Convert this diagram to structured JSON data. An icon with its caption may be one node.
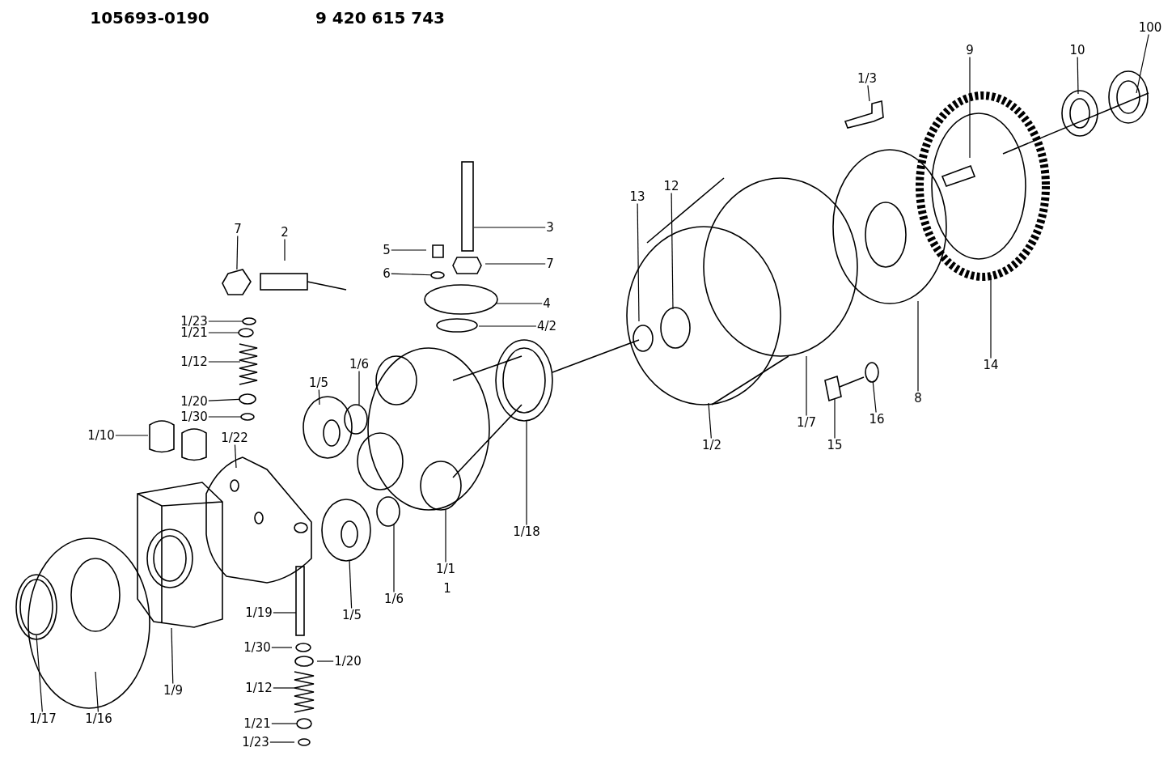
{
  "diagram": {
    "nodes": [
      {
        "text": [
          "100"
        ]
      },
      {
        "text": [
          "10"
        ]
      },
      {
        "text": [
          "9"
        ]
      },
      {
        "text": [
          "1/3"
        ]
      },
      {
        "text": [
          "3"
        ]
      },
      {
        "text": [
          "7"
        ]
      },
      {
        "text": [
          "2"
        ]
      },
      {
        "text": [
          "5"
        ]
      },
      {
        "text": [
          "7"
        ]
      },
      {
        "text": [
          "6"
        ]
      },
      {
        "text": [
          "4"
        ]
      },
      {
        "text": [
          "4/2"
        ]
      },
      {
        "text": [
          "13"
        ]
      },
      {
        "text": [
          "12"
        ]
      },
      {
        "text": [
          "1/23"
        ]
      },
      {
        "text": [
          "1/21"
        ]
      },
      {
        "text": [
          "1/12"
        ]
      },
      {
        "text": [
          "1/6"
        ]
      },
      {
        "text": [
          "1/5"
        ]
      },
      {
        "text": [
          "1/20"
        ]
      },
      {
        "text": [
          "1/30"
        ]
      },
      {
        "text": [
          "1/10"
        ]
      },
      {
        "text": [
          "1/22"
        ]
      },
      {
        "text": [
          "14"
        ]
      },
      {
        "text": [
          "8"
        ]
      },
      {
        "text": [
          "1/7"
        ]
      },
      {
        "text": [
          "16"
        ]
      },
      {
        "text": [
          "1/2"
        ]
      },
      {
        "text": [
          "15"
        ]
      },
      {
        "text": [
          "1/18"
        ]
      },
      {
        "text": [
          "1/1"
        ]
      },
      {
        "text": [
          "1/6"
        ]
      },
      {
        "text": [
          "1/19"
        ]
      },
      {
        "text": [
          "1/5"
        ]
      },
      {
        "text": [
          "1/30"
        ]
      },
      {
        "text": [
          "1/20"
        ]
      },
      {
        "text": [
          "1/12"
        ]
      },
      {
        "text": [
          "1/9"
        ]
      },
      {
        "text": [
          "1/21"
        ]
      },
      {
        "text": [
          "1/17"
        ]
      },
      {
        "text": [
          "1/16"
        ]
      },
      {
        "text": [
          "1/23"
        ]
      },
      {
        "text": [],
        "shape": "picture"
      },
      {
        "text": [],
        "shape": "circle"
      },
      {
        "text": [],
        "shape": "circle"
      },
      {
        "text": [],
        "shape": "circle"
      },
      {
        "text": [],
        "shape": "circle"
      },
      {
        "text": [],
        "shape": "circle"
      },
      {
        "text": [],
        "shape": "circle"
      },
      {
        "text": [],
        "shape": "circle"
      }
    ],
    "edges": [
      {
        "from": 0,
        "to": null,
        "arrow": "none"
      },
      {
        "from": 1,
        "to": null,
        "arrow": "none"
      },
      {
        "from": 2,
        "to": null,
        "arrow": "none"
      },
      {
        "from": 3,
        "to": null,
        "arrow": "none"
      },
      {
        "from": 4,
        "to": null,
        "arrow": "none"
      },
      {
        "from": 5,
        "to": 42,
        "arrow": "none"
      },
      {
        "from": 6,
        "to": null,
        "arrow": "none"
      },
      {
        "from": 7,
        "to": null,
        "arrow": "none"
      },
      {
        "from": 8,
        "to": null,
        "arrow": "none"
      },
      {
        "from": 9,
        "to": 43,
        "arrow": "none"
      },
      {
        "from": 10,
        "to": null,
        "arrow": "none"
      },
      {
        "from": 11,
        "to": null,
        "arrow": "none"
      },
      {
        "from": 12,
        "to": null,
        "arrow": "none"
      },
      {
        "from": 13,
        "to": null,
        "arrow": "none"
      },
      {
        "from": 14,
        "to": 44,
        "arrow": "none"
      },
      {
        "from": 15,
        "to": 45,
        "arrow": "none"
      },
      {
        "from": 16,
        "to": null,
        "arrow": "none"
      },
      {
        "from": 17,
        "to": null,
        "arrow": "none"
      },
      {
        "from": 18,
        "to": null,
        "arrow": "none"
      },
      {
        "from": 19,
        "to": 46,
        "arrow": "none"
      },
      {
        "from": 20,
        "to": 47,
        "arrow": "none"
      },
      {
        "from": 21,
        "to": null,
        "arrow": "none"
      },
      {
        "from": 22,
        "to": null,
        "arrow": "none"
      },
      {
        "from": 23,
        "to": null,
        "arrow": "none"
      },
      {
        "from": 24,
        "to": null,
        "arrow": "none"
      },
      {
        "from": 25,
        "to": null,
        "arrow": "none"
      },
      {
        "from": 26,
        "to": 48,
        "arrow": "none"
      },
      {
        "from": 27,
        "to": null,
        "arrow": "none"
      },
      {
        "from": 28,
        "to": null,
        "arrow": "none"
      },
      {
        "from": 29,
        "to": null,
        "arrow": "none"
      },
      {
        "from": 30,
        "to": null,
        "arrow": "none"
      },
      {
        "from": 31,
        "to": null,
        "arrow": "none"
      },
      {
        "from": 32,
        "to": null,
        "arrow": "none"
      },
      {
        "from": 33,
        "to": null,
        "arrow": "none"
      },
      {
        "from": 34,
        "to": null,
        "arrow": "none"
      },
      {
        "from": 35,
        "to": null,
        "arrow": "none"
      },
      {
        "from": 36,
        "to": null,
        "arrow": "none"
      },
      {
        "from": 37,
        "to": null,
        "arrow": "none"
      },
      {
        "from": 38,
        "to": 49,
        "arrow": "none"
      },
      {
        "from": 39,
        "to": null,
        "arrow": "none"
      },
      {
        "from": 40,
        "to": null,
        "arrow": "none"
      },
      {
        "from": 41,
        "to": null,
        "arrow": "none"
      }
    ],
    "labels": [
      "105693-0190",
      "9 420 615 743",
      "1"
    ]
  }
}
